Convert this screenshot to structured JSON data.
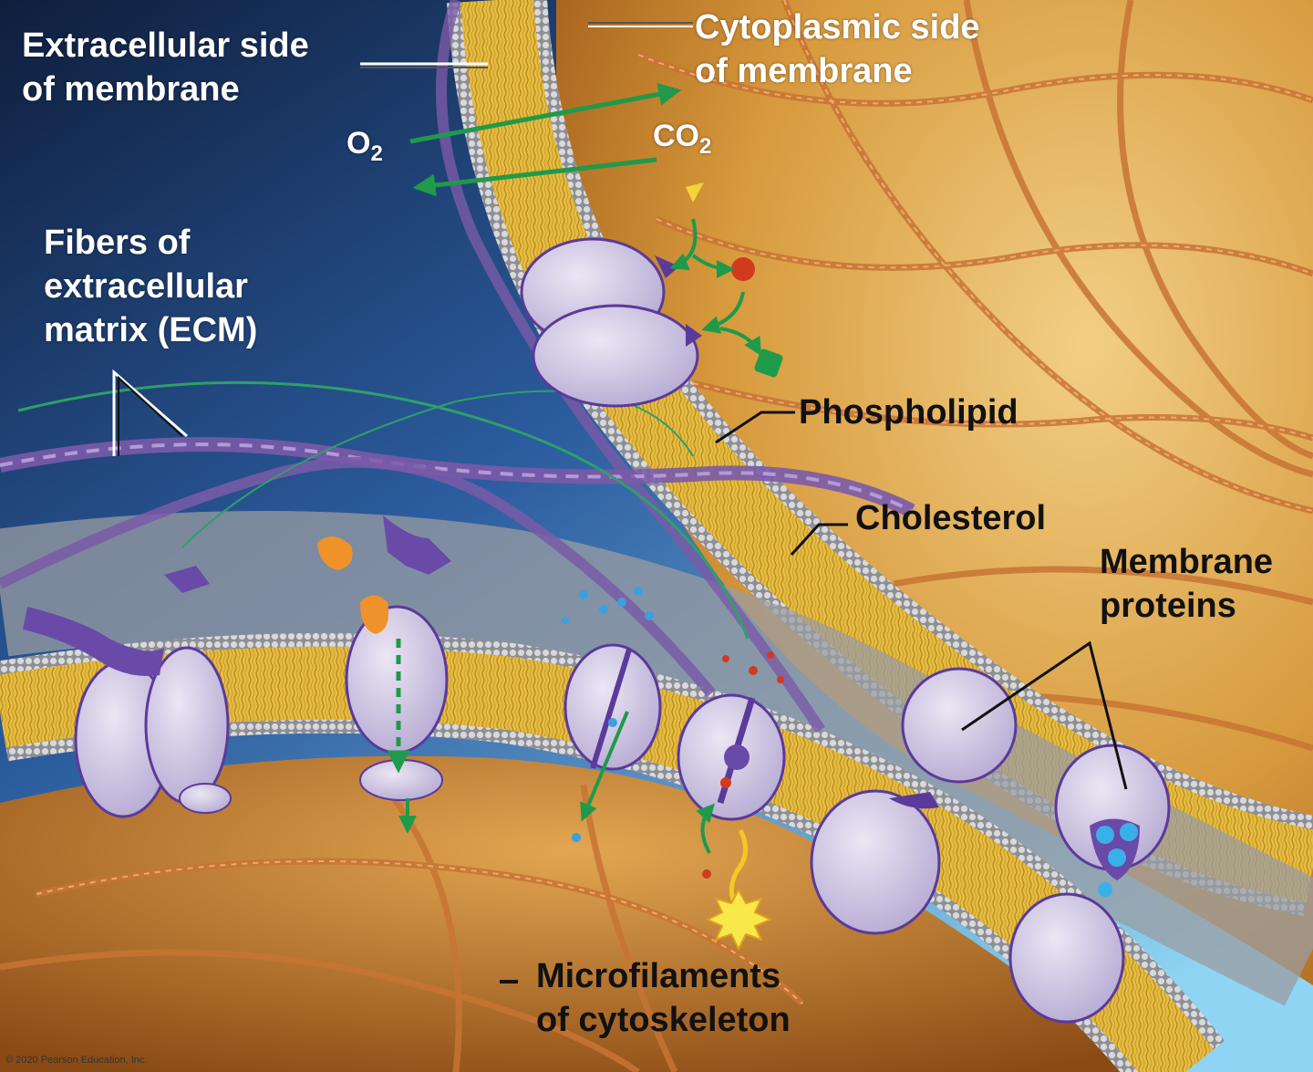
{
  "labels": {
    "extracellular": [
      "Extracellular side",
      "of membrane"
    ],
    "cytoplasmic": [
      "Cytoplasmic side",
      "of membrane"
    ],
    "o2": {
      "base": "O",
      "sub": "2"
    },
    "co2": {
      "base": "CO",
      "sub": "2"
    },
    "ecm": [
      "Fibers of",
      "extracellular",
      "matrix (ECM)"
    ],
    "phospholipid": "Phospholipid",
    "cholesterol": "Cholesterol",
    "membrane_proteins": [
      "Membrane",
      "proteins"
    ],
    "microfilaments": [
      "Microfilaments",
      "of cytoskeleton"
    ]
  },
  "copyright": "© 2020 Pearson Education, Inc.",
  "colors": {
    "extracellular_dark": "#0f1e3d",
    "extracellular_light": "#7ec8ec",
    "cytoplasm": "#d49a3a",
    "lipid_tails": "#e8c04a",
    "lipid_heads": "#b8b8b8",
    "protein": "#cfc6e2",
    "protein_dark": "#5a3a9a",
    "arrow": "#1e9a4a",
    "microfilament": "#c87434"
  }
}
